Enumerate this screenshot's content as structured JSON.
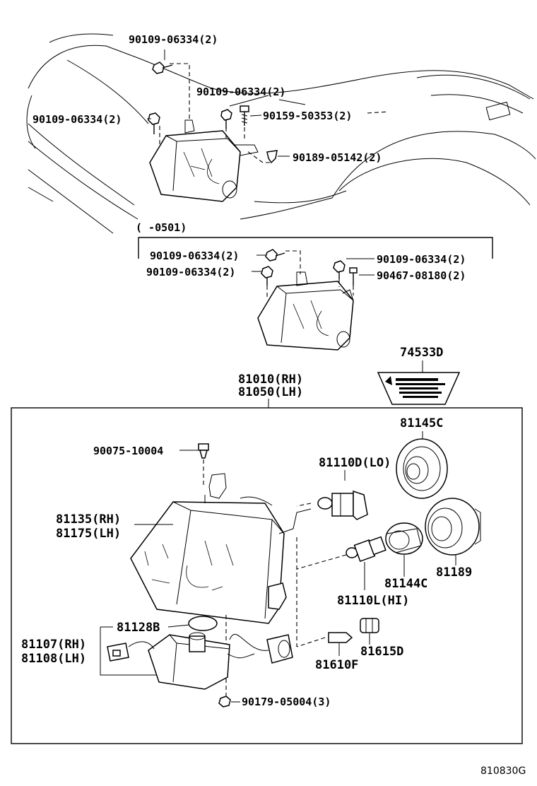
{
  "diagram_code": "810830G",
  "date_range": "(      -0501)",
  "labels": {
    "bolt_top": "90109-06334(2)",
    "bolt_mid": "90109-06334(2)",
    "bolt_left": "90109-06334(2)",
    "screw_90159": "90159-50353(2)",
    "clip_90189": "90189-05142(2)",
    "b2_bolt_a": "90109-06334(2)",
    "b2_bolt_b": "90109-06334(2)",
    "b2_bolt_c": "90109-06334(2)",
    "b2_screw": "90467-08180(2)",
    "caution_label_no": "74533D",
    "assy_rh": "81010(RH)",
    "assy_lh": "81050(LH)",
    "screw_90075": "90075-10004",
    "cover_81145C": "81145C",
    "bulb_lo": "81110D(LO)",
    "lens_rh": "81135(RH)",
    "lens_lh": "81175(LH)",
    "socket_81144C": "81144C",
    "cap_81189": "81189",
    "bulb_hi": "81110L(HI)",
    "gasket_81128B": "81128B",
    "computer_rh": "81107(RH)",
    "computer_lh": "81108(LH)",
    "socket_81615D": "81615D",
    "bulb_81610F": "81610F",
    "nut_90179": "90179-05004(3)"
  }
}
